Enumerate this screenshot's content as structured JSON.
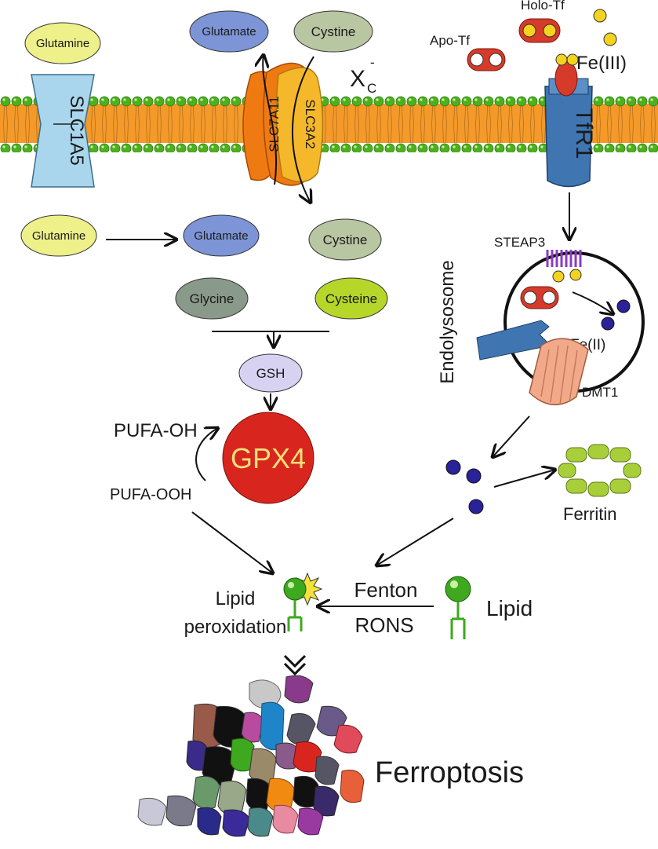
{
  "labels": {
    "glutamine_top": "Glutamine",
    "glutamate_top": "Glutamate",
    "cystine_top": "Cystine",
    "xc": "X",
    "xc_sub": "C",
    "xc_sup": "-",
    "apo_tf": "Apo-Tf",
    "holo_tf": "Holo-Tf",
    "fe3": "Fe(III)",
    "slc1a5": "SLC1A5",
    "slc7a11": "SLC7A11",
    "slc3a2": "SLC3A2",
    "tfr1": "TfR1",
    "glutamine_mid": "Glutamine",
    "glutamate_mid": "Glutamate",
    "cystine_mid": "Cystine",
    "glycine": "Glycine",
    "cysteine": "Cysteine",
    "gsh": "GSH",
    "gpx4": "GPX4",
    "pufa_oh": "PUFA-OH",
    "pufa_ooh": "PUFA-OOH",
    "steap3": "STEAP3",
    "endolysosome": "Endolysosome",
    "fe2": "Fe(II)",
    "dmt1": "DMT1",
    "ferritin": "Ferritin",
    "lipid_peroxidation_1": "Lipid",
    "lipid_peroxidation_2": "peroxidation",
    "fenton": "Fenton",
    "rons": "RONS",
    "lipid": "Lipid",
    "ferroptosis": "Ferroptosis"
  },
  "colors": {
    "membrane_orange": "#f39a2b",
    "membrane_green": "#4db01e",
    "glutamine": "#eef08a",
    "glutamate": "#7d95d6",
    "cystine": "#b9c6a2",
    "glycine": "#8a9a8a",
    "cysteine": "#b7d62a",
    "gsh": "#d8d2f2",
    "gpx4": "#d8261e",
    "gpx4_text": "#f6e07a",
    "slc1a5": "#a9d6ec",
    "slc7a11": "#ef7a12",
    "slc3a2": "#f5b82b",
    "tfr1": "#3f76b2",
    "transferrin_red": "#d63a2a",
    "iron_yellow": "#f4d31e",
    "iron_dark": "#2a2298",
    "ferritin": "#a8cf3a",
    "dmt1": "#f1a98a",
    "lipid_green": "#3ea81e"
  }
}
